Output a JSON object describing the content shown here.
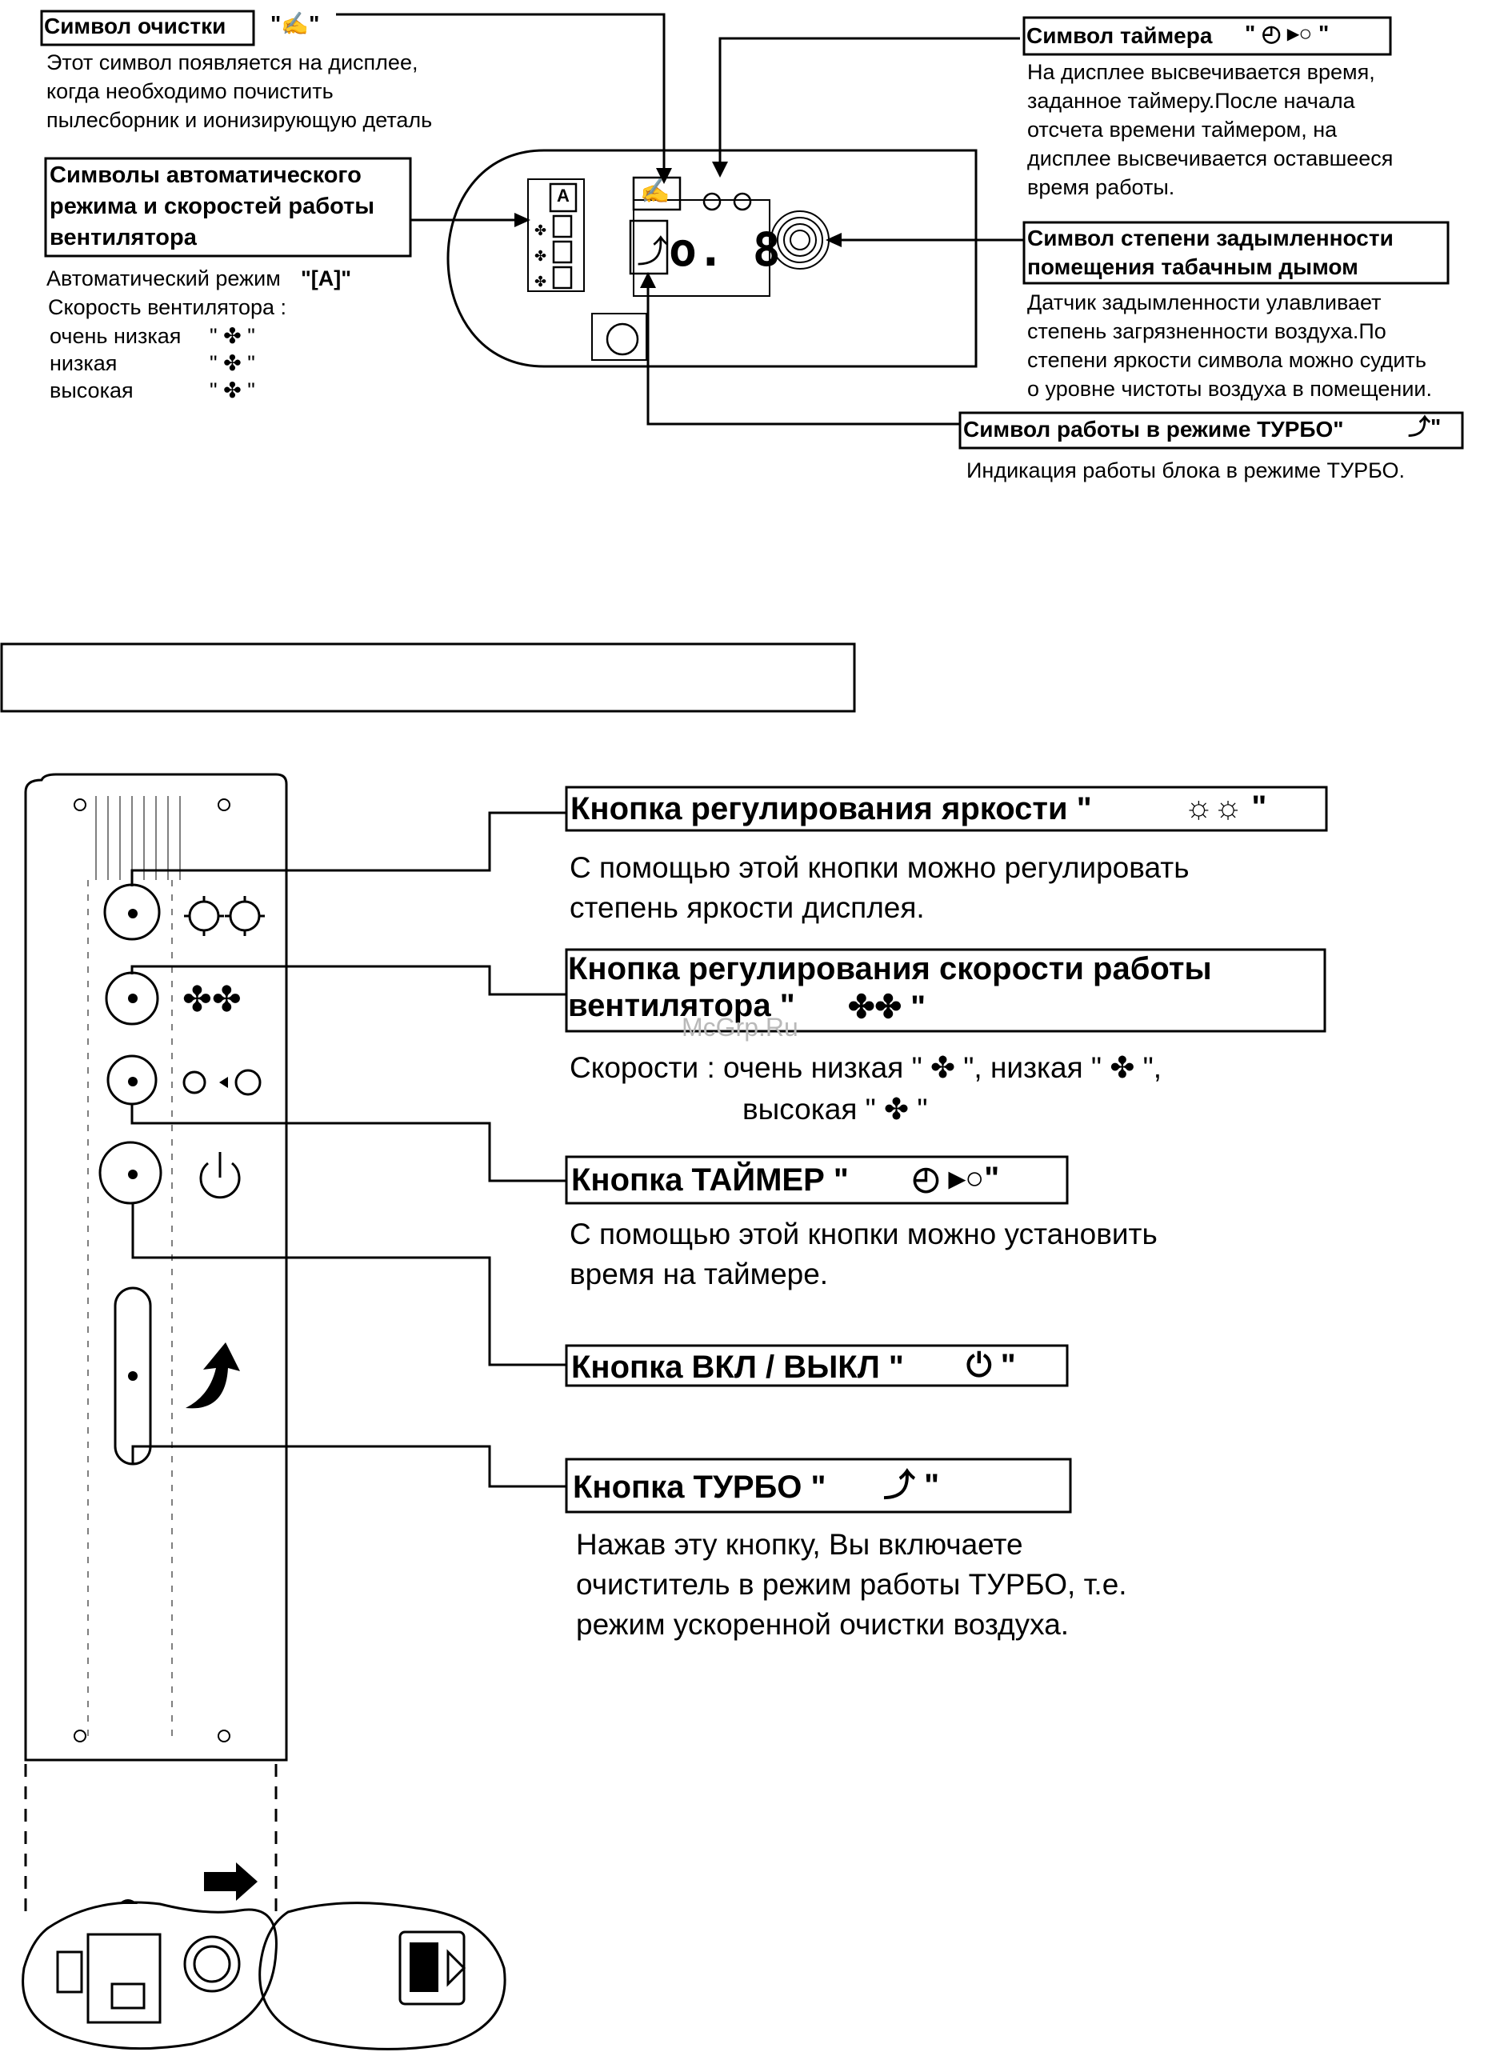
{
  "display_section": {
    "cleaning": {
      "title": "Символ очистки",
      "symbol": "\"✍\"",
      "desc": "Этот символ появляется на дисплее,\nкогда необходимо почистить\nпылесборник и ионизирующую деталь"
    },
    "auto_fan": {
      "title": "Символы автоматического\nрежима и скоростей работы\nвентилятора",
      "auto_label": "Автоматический режим",
      "auto_symbol": "\"[A]\"",
      "fan_speed_label": "Скорость вентилятора :",
      "speeds": [
        {
          "label": "очень низкая",
          "symbol": "\" ✤ \""
        },
        {
          "label": "низкая",
          "symbol": "\" ✤ \""
        },
        {
          "label": "высокая",
          "symbol": "\" ✤ \""
        }
      ]
    },
    "timer": {
      "title": "Символ таймера",
      "symbol": "\" ◴ ▸○ \"",
      "desc": "На дисплее высвечивается время,\nзаданное таймеру.После начала\nотсчета времени таймером, на\nдисплее высвечивается оставшееся\nвремя работы."
    },
    "smoke": {
      "title": "Символ степени задымленности\nпомещения табачным дымом",
      "desc": "Датчик задымленности улавливает\nстепень загрязненности воздуха.По\nстепени яркости символа можно судить\nо уровне чистоты воздуха в помещении."
    },
    "turbo": {
      "title": "Символ работы в режиме ТУРБО\"",
      "symbol": "⤴\"",
      "desc": "Индикация работы блока в режиме ТУРБО."
    },
    "display_digits": "o. 8",
    "display_letter": "A"
  },
  "section_heading": "",
  "buttons_section": {
    "brightness": {
      "title": "Кнопка регулирования яркости \"",
      "symbol": "☼☼  \"",
      "desc": "С помощью этой кнопки можно регулировать\nстепень яркости дисплея."
    },
    "fan_speed": {
      "title": "Кнопка регулирования скорости работы\nвентилятора \"",
      "symbol": "✤✤  \"",
      "desc_line1": "Скорости : очень низкая \"  ✤  \", низкая \"  ✤  \",",
      "desc_line2": "высокая \"  ✤  \""
    },
    "timer": {
      "title": "Кнопка ТАЙМЕР \"",
      "symbol": "◴ ▸○\"",
      "desc": "С помощью этой кнопки можно установить\nвремя на таймере."
    },
    "power": {
      "title": "Кнопка ВКЛ / ВЫКЛ  \"",
      "symbol": "⏻ \""
    },
    "turbo": {
      "title": "Кнопка ТУРБО  \"",
      "symbol": "⤴ \"",
      "desc": "Нажав эту кнопку, Вы включаете\nочиститель в режим работы ТУРБО, т.е.\nрежим ускоренной очистки воздуха."
    }
  },
  "watermark": "McGrp.Ru"
}
